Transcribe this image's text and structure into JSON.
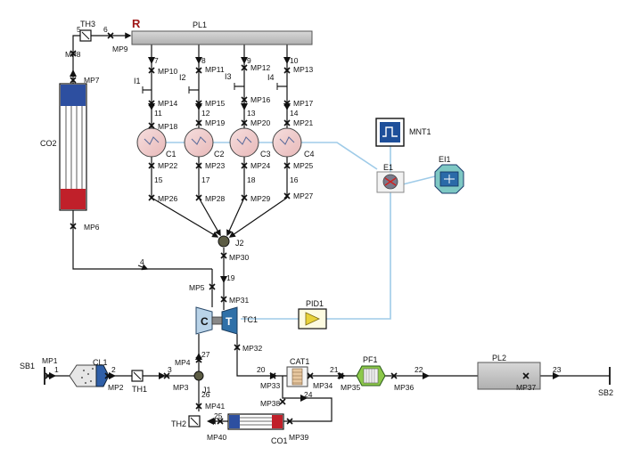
{
  "diagram": {
    "title_marker": "R",
    "pipe_labels": [
      "PL1",
      "PL2"
    ],
    "source_sink": [
      "SB1",
      "SB2"
    ],
    "mp_labels": [
      "MP1",
      "MP2",
      "MP3",
      "MP4",
      "MP5",
      "MP6",
      "MP7",
      "MP8",
      "MP9",
      "MP10",
      "MP11",
      "MP12",
      "MP13",
      "MP14",
      "MP15",
      "MP16",
      "MP17",
      "MP18",
      "MP19",
      "MP20",
      "MP21",
      "MP22",
      "MP23",
      "MP24",
      "MP25",
      "MP26",
      "MP27",
      "MP28",
      "MP29",
      "MP30",
      "MP31",
      "MP32",
      "MP33",
      "MP34",
      "MP35",
      "MP36",
      "MP37",
      "MP38",
      "MP39",
      "MP40",
      "MP41"
    ],
    "injector_labels": [
      "I1",
      "I2",
      "I3",
      "I4"
    ],
    "cylinder_labels": [
      "C1",
      "C2",
      "C3",
      "C4"
    ],
    "component_labels": {
      "cooler_top": "CO2",
      "cooler_bottom": "CO1",
      "th3": "TH3",
      "th1": "TH1",
      "th2": "TH2",
      "junction1": "J1",
      "junction2": "J2",
      "turbo": "TC1",
      "compressor_letter": "C",
      "turbine_letter": "T",
      "pid": "PID1",
      "monitor": "MNT1",
      "engine_interface": "E1",
      "ei": "EI1",
      "cleaner": "CL1",
      "catalyst": "CAT1",
      "filter": "PF1"
    },
    "flow_numbers": [
      "1",
      "2",
      "3",
      "4",
      "5",
      "6",
      "7",
      "8",
      "9",
      "10",
      "11",
      "12",
      "13",
      "14",
      "15",
      "16",
      "17",
      "18",
      "19",
      "20",
      "21",
      "22",
      "23",
      "24",
      "25",
      "26",
      "27"
    ]
  }
}
